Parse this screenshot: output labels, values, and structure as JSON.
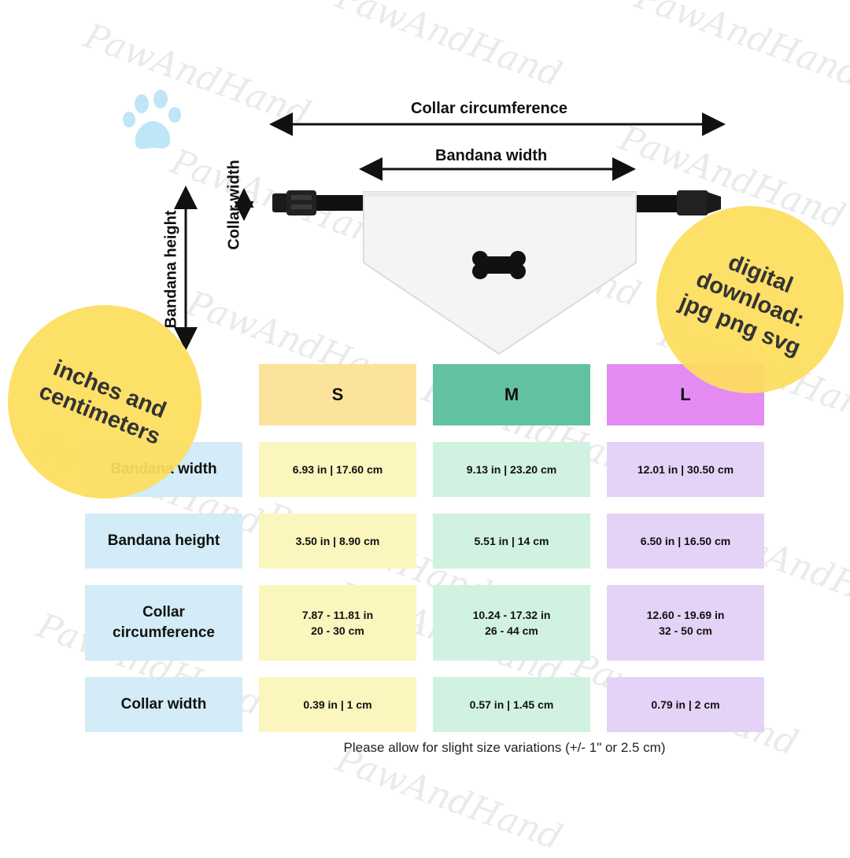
{
  "diagram": {
    "collar_circumference_label": "Collar circumference",
    "bandana_width_label": "Bandana width",
    "collar_width_label": "Collar width",
    "bandana_height_label": "Bandana height"
  },
  "badges": {
    "units_text": "inches and centimeters",
    "download_text": "digital download: jpg png svg"
  },
  "watermark": "PawAndHand",
  "table": {
    "sizes": [
      "S",
      "M",
      "L"
    ],
    "rows": [
      {
        "label": "Bandana width",
        "values": [
          "6.93 in | 17.60 cm",
          "9.13 in | 23.20 cm",
          "12.01 in | 30.50 cm"
        ]
      },
      {
        "label": "Bandana height",
        "values": [
          "3.50 in | 8.90 cm",
          "5.51 in | 14 cm",
          "6.50 in | 16.50 cm"
        ]
      },
      {
        "label": "Collar circumference",
        "values": [
          "7.87 - 11.81 in\n20 - 30 cm",
          "10.24 - 17.32 in\n26 - 44 cm",
          "12.60 - 19.69 in\n32 - 50 cm"
        ]
      },
      {
        "label": "Collar width",
        "values": [
          "0.39 in | 1 cm",
          "0.57 in | 1.45 cm",
          "0.79 in | 2 cm"
        ]
      }
    ]
  },
  "footnote": "Please allow for slight size variations (+/- 1\" or 2.5 cm)",
  "colors": {
    "s_header": "#fbe39b",
    "m_header": "#62c2a0",
    "l_header": "#e48cf3",
    "s_value": "#fbf6bd",
    "m_value": "#d1f2e1",
    "l_value": "#e4d3f7",
    "label_bg": "#d3ecf7",
    "badge": "#fdde5c",
    "paw": "#bfe6f6"
  }
}
